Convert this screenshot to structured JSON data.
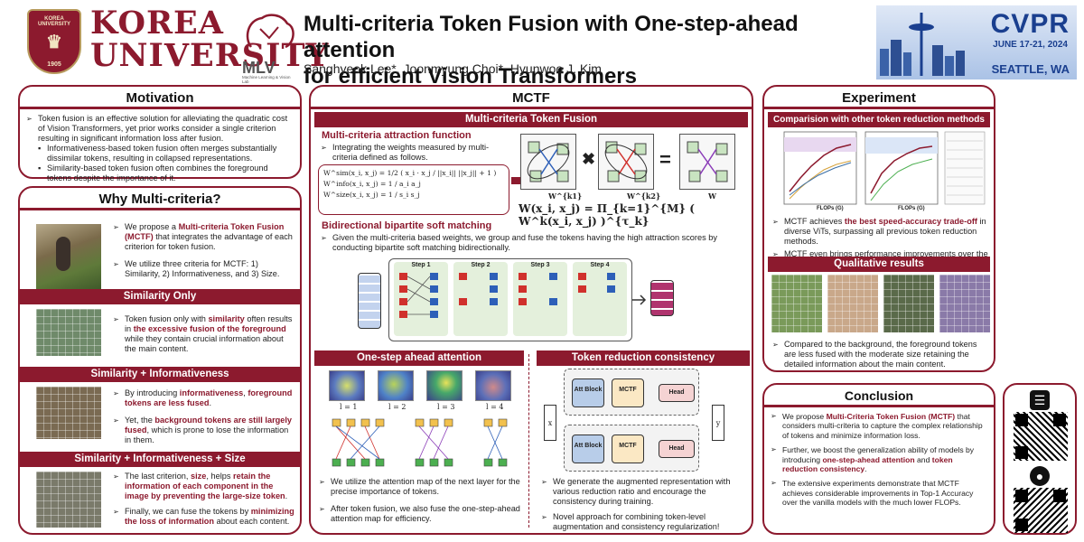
{
  "header": {
    "university_line1": "KOREA",
    "university_line2": "UNIVERSITY",
    "seal_top": "KOREA UNIVERSITY",
    "seal_year": "1905",
    "lab_name": "MLV",
    "lab_sub": "Machine Learning & Vision Lab",
    "title_line1": "Multi-criteria Token Fusion with One-step-ahead attention",
    "title_line2": "for efficient Vision Transformers",
    "authors": "Sanghyeok Lee*, Joonmyung Choi*, Hyunwoo J. Kim",
    "conf_name": "CVPR",
    "conf_date": "JUNE 17-21, 2024",
    "conf_location": "SEATTLE, WA"
  },
  "motivation": {
    "title": "Motivation",
    "p1": "Token fusion is an effective solution for alleviating the quadratic cost of Vision Transformers, yet prior works consider a single criterion resulting in significant information loss after fusion.",
    "s1": "Informativeness-based token fusion often merges substantially dissimilar tokens, resulting in collapsed representations.",
    "s2": "Similarity-based token fusion often combines the foreground tokens despite the importance of it."
  },
  "why": {
    "title": "Why Multi-criteria?",
    "p1_a": "We propose a ",
    "p1_hl": "Multi-criteria Token Fusion (MCTF)",
    "p1_b": " that integrates the advantage of each criterion for token fusion.",
    "p2": "We utilize three criteria for MCTF: 1) Similarity, 2) Informativeness, and 3) Size.",
    "sim_bar": "Similarity Only",
    "sim_a": "Token fusion only with ",
    "sim_hl1": "similarity",
    "sim_b": " often results in ",
    "sim_hl2": "the excessive fusion of the foreground",
    "sim_c": " while they contain crucial information about the main content.",
    "si_bar": "Similarity + Informativeness",
    "si1_a": "By introducing ",
    "si1_hl1": "informativeness",
    "si1_b": ", ",
    "si1_hl2": "foreground tokens are less fused",
    "si1_c": ".",
    "si2_a": "Yet, the ",
    "si2_hl": "background tokens are still largely fused",
    "si2_b": ", which is prone to lose the information in them.",
    "sis_bar": "Similarity + Informativeness + Size",
    "sis1_a": "The last criterion, ",
    "sis1_hl1": "size",
    "sis1_b": ", helps ",
    "sis1_hl2": "retain the information of each component in the image by preventing the large-size token",
    "sis1_c": ".",
    "sis2_a": "Finally, we can fuse the tokens by ",
    "sis2_hl": "minimizing the loss of information",
    "sis2_b": " about each content."
  },
  "mctf": {
    "title": "MCTF",
    "bar": "Multi-criteria Token Fusion",
    "attr_head": "Multi-criteria attraction function",
    "attr_text": "Integrating the weights measured by multi-criteria defined as follows.",
    "eq_sim": "W^sim(x_i, x_j) = 1/2 ( x_i · x_j / ||x_i|| ||x_j|| + 1 )",
    "eq_info": "W^info(x_i, x_j) = 1 / a_i a_j",
    "eq_size": "W^size(x_i, x_j) = 1 / s_i s_j",
    "eq_main": "W(x_i, x_j) = Π_{k=1}^{M} ( W^k(x_i, x_j) )^{τ_k}",
    "wk1": "W^{k1}",
    "wk2": "W^{k2}",
    "w": "W",
    "bipartite_head": "Bidirectional bipartite soft matching",
    "bipartite_text": "Given the multi-criteria based weights, we group and fuse the tokens having the high attraction scores by conducting bipartite soft matching bidirectionally.",
    "steps": [
      "Step 1",
      "Step 2",
      "Step 3",
      "Step 4"
    ]
  },
  "onestep": {
    "bar": "One-step ahead attention",
    "labels": [
      "l = 1",
      "l = 2",
      "l = 3",
      "l = 4"
    ],
    "p1": "We utilize the attention map of the next layer for the precise importance of tokens.",
    "p2": "After token fusion, we also fuse the one-step-ahead attention map for efficiency."
  },
  "consistency": {
    "bar": "Token reduction consistency",
    "block1": "Att Block",
    "block2": "MCTF",
    "head": "Head",
    "p1": "We generate the augmented representation with various reduction ratio and encourage the consistency during training.",
    "p2": "Novel approach for combining token-level augmentation and consistency regularization!"
  },
  "experiment": {
    "title": "Experiment",
    "bar1": "Comparision with other token reduction methods",
    "xaxis": "FLOPs (G)",
    "p1_a": "MCTF achieves ",
    "p1_hl": "the best speed-accuracy trade-off",
    "p1_b": " in diverse ViTs, surpassing all previous token reduction methods.",
    "p2": "MCTF even brings performance improvements over the base model despite the much lower FLOPs.",
    "bar2": "Qualitative results",
    "p3": "Compared to the background, the foreground tokens are less fused with the moderate size retaining the detailed information about the main content."
  },
  "conclusion": {
    "title": "Conclusion",
    "p1_a": "We propose ",
    "p1_hl": "Multi-Criteria Token Fusion (MCTF)",
    "p1_b": " that considers multi-criteria to capture the complex relationship of tokens and minimize information loss.",
    "p2_a": "Further, we boost the generalization ability of models by introducing ",
    "p2_hl1": "one-step-ahead attention",
    "p2_b": " and ",
    "p2_hl2": "token reduction consistency",
    "p2_c": ".",
    "p3": "The extensive experiments demonstrate that MCTF achieves considerable improvements in Top-1 Accuracy over the vanilla models with the much lower FLOPs."
  },
  "colors": {
    "accent": "#8c1a2e",
    "conf_blue": "#1a3f8f"
  }
}
